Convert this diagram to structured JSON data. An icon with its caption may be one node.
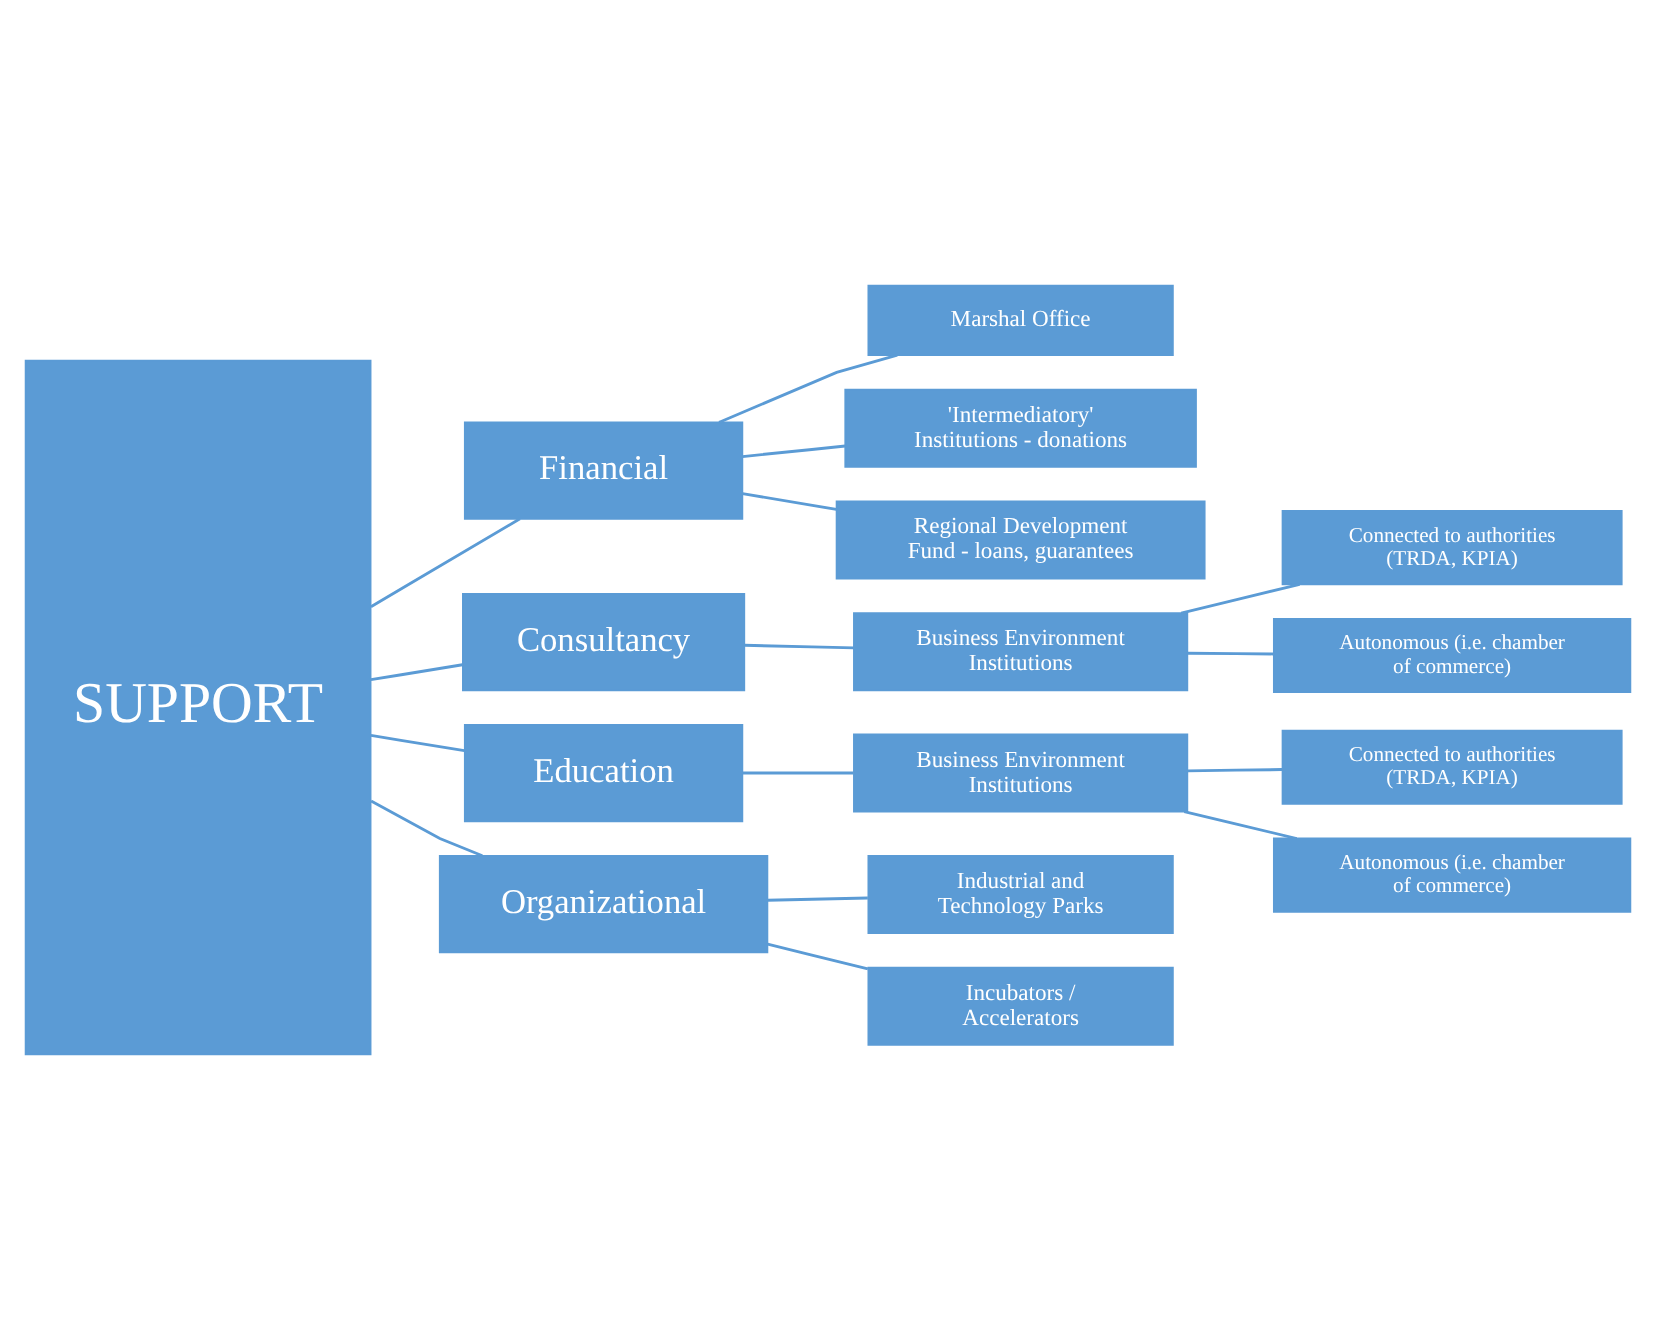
{
  "diagram": {
    "nodes": [
      {
        "text": [
          "SUPPORT"
        ]
      },
      {
        "text": [
          "Financial"
        ]
      },
      {
        "text": [
          "Marshal Office"
        ]
      },
      {
        "text": [
          "'Intermediatory' Institutions - donations"
        ]
      },
      {
        "text": [
          "Regional Development Fund - loans, guarantees"
        ]
      },
      {
        "text": [
          "Consultancy"
        ]
      },
      {
        "text": [
          "Business Environment Institutions"
        ]
      },
      {
        "text": [
          "Connected to authorities (TRDA, KPIA)"
        ]
      },
      {
        "text": [
          "Autonomous (i.e. chamber of commerce)"
        ]
      },
      {
        "text": [
          "Education"
        ]
      },
      {
        "text": [
          "Business Environment Institutions"
        ]
      },
      {
        "text": [
          "Connected to authorities (TRDA, KPIA)"
        ]
      },
      {
        "text": [
          "Autonomous (i.e. chamber of commerce)"
        ]
      },
      {
        "text": [
          "Organizational"
        ]
      },
      {
        "text": [
          "Industrial and Technology Parks"
        ]
      },
      {
        "text": [
          "Incubators / Accelerators"
        ]
      }
    ],
    "edges": [
      {
        "from": 0,
        "to": 1,
        "arrow": "none"
      },
      {
        "from": 0,
        "to": 5,
        "arrow": "none"
      },
      {
        "from": 0,
        "to": 9,
        "arrow": "none"
      },
      {
        "from": 0,
        "to": 13,
        "arrow": "none"
      },
      {
        "from": 1,
        "to": 2,
        "arrow": "none"
      },
      {
        "from": 1,
        "to": 3,
        "arrow": "none"
      },
      {
        "from": 1,
        "to": 4,
        "arrow": "none"
      },
      {
        "from": 5,
        "to": 6,
        "arrow": "none"
      },
      {
        "from": 6,
        "to": 7,
        "arrow": "none"
      },
      {
        "from": 6,
        "to": 8,
        "arrow": "none"
      },
      {
        "from": 9,
        "to": 10,
        "arrow": "none"
      },
      {
        "from": 10,
        "to": 11,
        "arrow": "none"
      },
      {
        "from": 10,
        "to": 12,
        "arrow": "none"
      },
      {
        "from": 13,
        "to": 14,
        "arrow": "none"
      },
      {
        "from": 13,
        "to": 15,
        "arrow": "none"
      }
    ]
  }
}
